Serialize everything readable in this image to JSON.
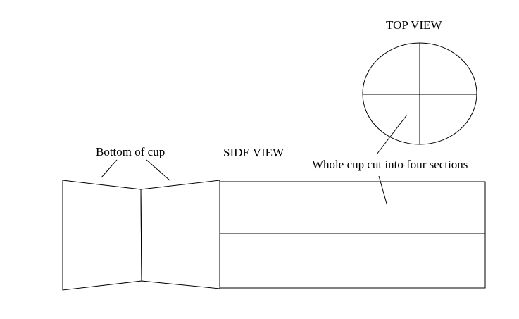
{
  "labels": {
    "top_view": "TOP VIEW",
    "side_view": "SIDE VIEW",
    "bottom_of_cup": "Bottom of cup",
    "whole_cup": "Whole cup cut into four sections"
  },
  "colors": {
    "line": "#000000",
    "background": "#ffffff"
  }
}
